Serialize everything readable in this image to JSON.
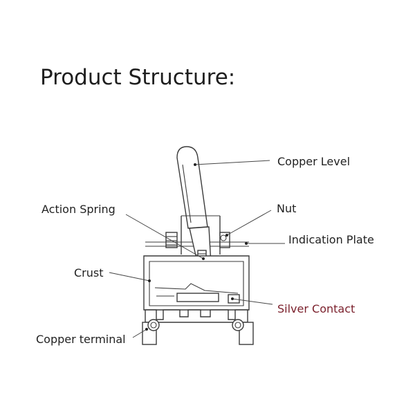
{
  "title": "Product Structure:",
  "labels": {
    "copper_level": "Copper Level",
    "nut": "Nut",
    "indication_plate": "Indication Plate",
    "action_spring": "Action Spring",
    "crust": "Crust",
    "silver_contact": "Silver Contact",
    "copper_terminal": "Copper terminal"
  },
  "colors": {
    "silver_contact_label": "#7a1f2b",
    "line": "#3a3a3a"
  }
}
